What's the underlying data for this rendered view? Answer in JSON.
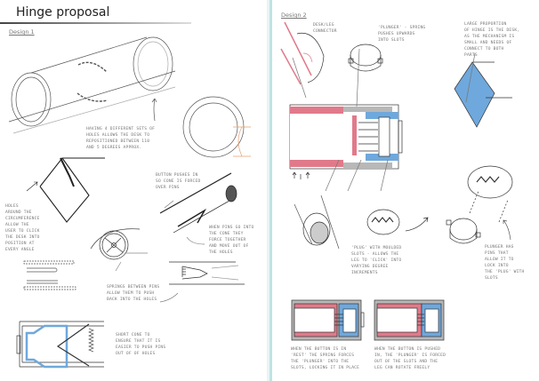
{
  "left_page": {
    "title": "Hinge proposal",
    "section": "Design 1",
    "notes": {
      "holes_sets": "Having 4 different sets of\nholes allows the desk to\nrepositioned between 110\nand 5 degrees approx.",
      "button": "Button pushes in\nso cone is forced\nover pins",
      "circumference": "Holes\naround the\ncircumference\nallow the\nuser to click\nthe desk into\nposition at\nevery angle",
      "cone": "When pins go into\nthe cone they\nforce together\nand move out of\nthe holes",
      "springs": "Springs between pins\nallow them to push\nback into the holes",
      "short_cone": "Short cone to\nensure that it is\neasier to push pins\nout of of holes"
    }
  },
  "right_page": {
    "section": "Design 2",
    "notes": {
      "connector": "Desk/leg\nconnector",
      "plunger": "'Plunger' - spring\npushes upwards\ninto slots",
      "proportion": "Large proportion\nof hinge is the desk,\nas the mechanism is\nsmall and needs of\nconnect to both\nparts",
      "plug": "'Plug' with moulded\nslots - allows the\nleg to 'click' into\nvarying degree\nincrements",
      "plunger_pins": "Plunger has\npins that\nallow it to\nlock into\nthe 'plug' with\nslots",
      "rest": "When the button is in\n'rest' the spring forces\nthe 'plunger' into the\nslots, locking it in place",
      "pushed": "When the button is pushed\nin, the 'plunger' is forced\nout of the slots and the\nleg can rotate freely"
    }
  },
  "colors": {
    "red": "#e07a8a",
    "blue": "#6fa8dc",
    "grey": "#b8b8b8",
    "orange": "#e8a070"
  }
}
